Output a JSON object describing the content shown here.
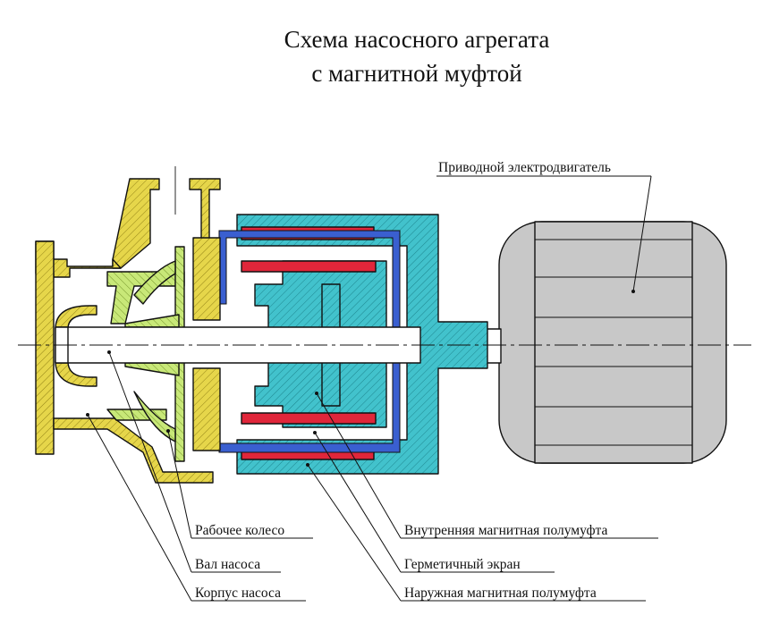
{
  "title": {
    "line1": "Схема насосного агрегата",
    "line2": "с магнитной муфтой"
  },
  "labels": {
    "motor": "Приводной электродвигатель",
    "impeller": "Рабочее колесо",
    "shaft": "Вал насоса",
    "casing": "Корпус насоса",
    "inner_coupling": "Внутренняя магнитная полумуфта",
    "shield": "Герметичный экран",
    "outer_coupling": "Наружная магнитная полумуфта"
  },
  "colors": {
    "casing": "#e6d64a",
    "impeller": "#c8e878",
    "coupling": "#42c2cc",
    "magnet": "#e0263a",
    "shield": "#3a5fd0",
    "motor": "#c8c8c8"
  }
}
